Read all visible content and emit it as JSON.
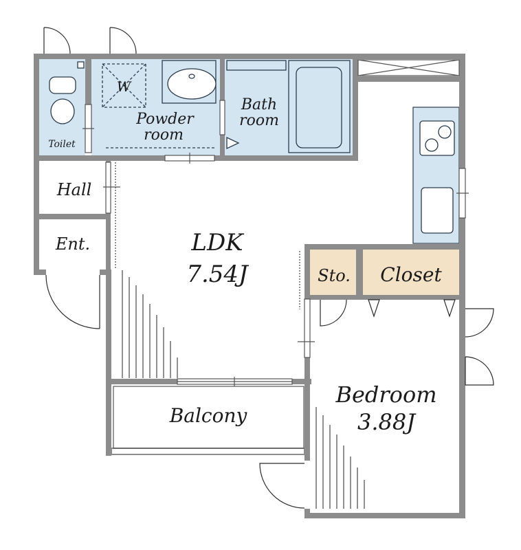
{
  "rooms": {
    "toilet": "Toilet",
    "washer": "W",
    "powder_line1": "Powder",
    "powder_line2": "room",
    "bath_line1": "Bath",
    "bath_line2": "room",
    "hall": "Hall",
    "entrance": "Ent.",
    "ldk_name": "LDK",
    "ldk_size": "7.54J",
    "storage": "Sto.",
    "closet": "Closet",
    "balcony": "Balcony",
    "bedroom_name": "Bedroom",
    "bedroom_size": "3.88J"
  },
  "colors": {
    "wall": "#8c8c8c",
    "wet_area": "#d4e5f2",
    "storage": "#f3e2c6",
    "fixture_line": "#2b3a4a",
    "floor": "#ffffff"
  }
}
